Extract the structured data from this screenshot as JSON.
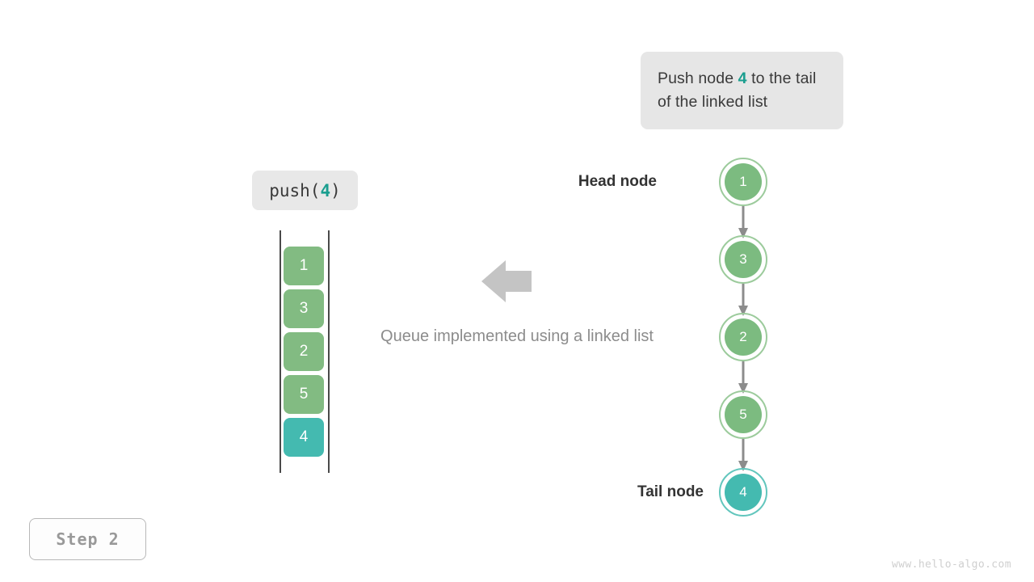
{
  "callout": {
    "text_before": "Push node ",
    "highlight": "4",
    "text_after": " to the tail of the linked list"
  },
  "operation": {
    "prefix": "push(",
    "argument": "4",
    "suffix": ")"
  },
  "queue": {
    "cells": [
      {
        "value": "1",
        "accent": false
      },
      {
        "value": "3",
        "accent": false
      },
      {
        "value": "2",
        "accent": false
      },
      {
        "value": "5",
        "accent": false
      },
      {
        "value": "4",
        "accent": true
      }
    ]
  },
  "caption": "Queue implemented using a linked list",
  "linked_list": {
    "head_label": "Head node",
    "tail_label": "Tail node",
    "nodes": [
      {
        "value": "1",
        "accent": false
      },
      {
        "value": "3",
        "accent": false
      },
      {
        "value": "2",
        "accent": false
      },
      {
        "value": "5",
        "accent": false
      },
      {
        "value": "4",
        "accent": true
      }
    ]
  },
  "step_badge": "Step 2",
  "watermark": "www.hello-algo.com",
  "colors": {
    "green_fill": "#7cbb80",
    "green_ring": "#9ccb9c",
    "teal_fill": "#44bab0",
    "teal_ring": "#62c6bd",
    "accent_text": "#1a9e8f",
    "arrow_gray": "#8c8c8c",
    "box_gray": "#e6e6e6"
  }
}
